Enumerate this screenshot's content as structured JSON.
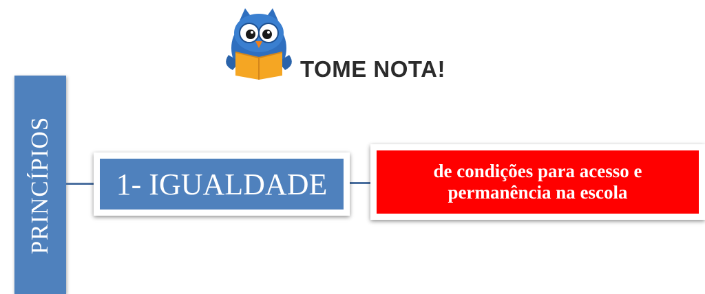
{
  "banner": {
    "text": "TOME NOTA!",
    "icon": "owl-reading-icon"
  },
  "diagram": {
    "root_label": "PRINCÍPIOS",
    "node_label": "1- IGUALDADE",
    "description_lines": [
      "de condições para acesso e",
      "permanência na escola"
    ]
  },
  "colors": {
    "blue": "#4f81bd",
    "red": "#ff0000",
    "connector": "#4a6f9f",
    "owl_blue": "#2f6fbf",
    "owl_orange": "#f5a623"
  }
}
